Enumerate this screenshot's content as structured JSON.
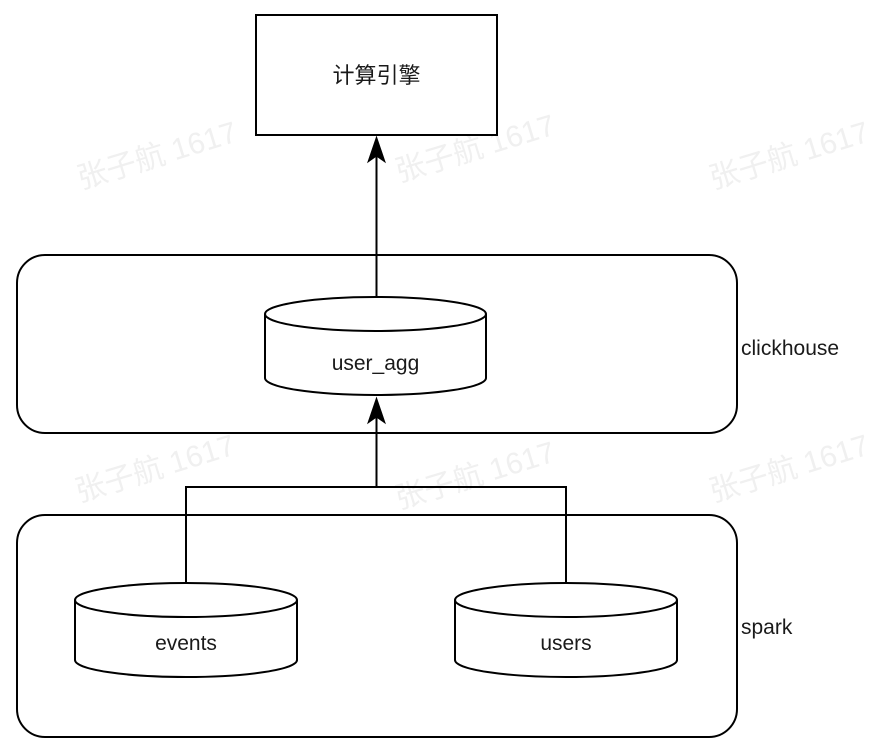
{
  "diagram": {
    "compute_engine": {
      "label": "计算引擎"
    },
    "clickhouse": {
      "label": "clickhouse",
      "tables": [
        {
          "label": "user_agg"
        }
      ]
    },
    "spark": {
      "label": "spark",
      "tables": [
        {
          "label": "events"
        },
        {
          "label": "users"
        }
      ]
    },
    "edges": [
      {
        "from": "user_agg",
        "to": "compute_engine"
      },
      {
        "from": "events",
        "to": "user_agg"
      },
      {
        "from": "users",
        "to": "user_agg"
      }
    ],
    "watermark": {
      "text": "张子航 1617"
    },
    "colors": {
      "stroke": "#000000",
      "label_text": "#1a1a1a",
      "watermark": "#f0f0f0",
      "background": "#ffffff"
    }
  }
}
